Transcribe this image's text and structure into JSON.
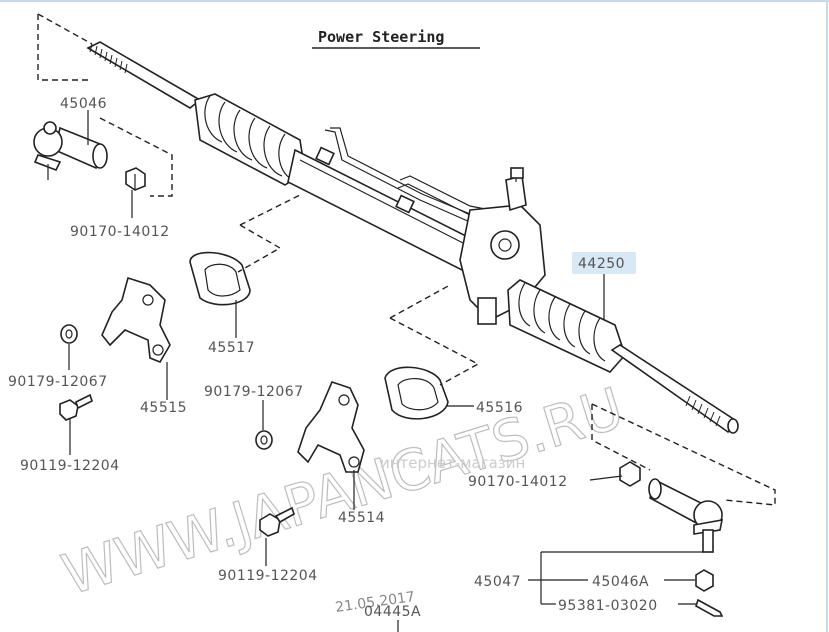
{
  "title": "Power Steering",
  "watermark": "WWW.JAPANCATS.RU",
  "watermark_small": "интернет-магазин",
  "date_stamp": "21.05.2017",
  "highlight_color": "#d8e8f5",
  "labels": {
    "p45046": "45046",
    "p90170_a": "90170-14012",
    "p44250": "44250",
    "p45517": "45517",
    "p90179_a": "90179-12067",
    "p45515": "45515",
    "p90179_b": "90179-12067",
    "p45516": "45516",
    "p90119_a": "90119-12204",
    "p90170_b": "90170-14012",
    "p45514": "45514",
    "p90119_b": "90119-12204",
    "p45047": "45047",
    "p45046A": "45046A",
    "p95381": "95381-03020",
    "p04445A": "04445A"
  }
}
